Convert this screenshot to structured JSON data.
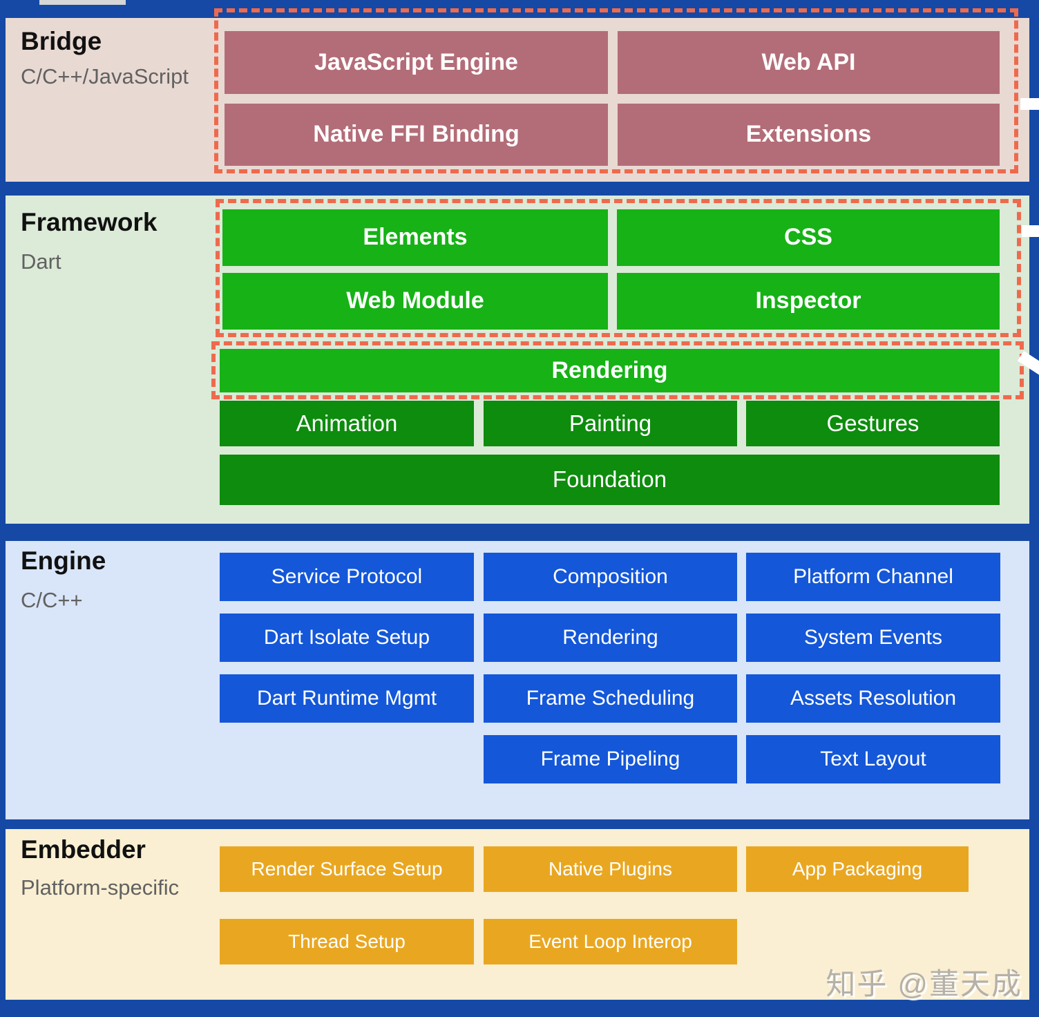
{
  "palette": {
    "outer_background": "#1549a5",
    "dashed_outline": "#ee6a4d",
    "connector_line": "#ffffff",
    "bridge_panel": "#e9d9d3",
    "bridge_box": "#b36d78",
    "framework_panel": "#dcead8",
    "framework_box_bright": "#16b216",
    "framework_box_dark": "#0d8c0d",
    "engine_panel": "#d9e5f8",
    "engine_box": "#1457d8",
    "embedder_panel": "#faefd2",
    "embedder_box": "#e9a721",
    "title_text": "#111111",
    "subtitle_text": "#616161",
    "box_text": "#ffffff"
  },
  "sections": {
    "bridge": {
      "title": "Bridge",
      "subtitle": "C/C++/JavaScript",
      "boxes": {
        "js_engine": "JavaScript Engine",
        "web_api": "Web API",
        "native_ffi": "Native FFI Binding",
        "extensions": "Extensions"
      }
    },
    "framework": {
      "title": "Framework",
      "subtitle": "Dart",
      "boxes": {
        "elements": "Elements",
        "css": "CSS",
        "web_module": "Web Module",
        "inspector": "Inspector",
        "rendering": "Rendering",
        "animation": "Animation",
        "painting": "Painting",
        "gestures": "Gestures",
        "foundation": "Foundation"
      }
    },
    "engine": {
      "title": "Engine",
      "subtitle": "C/C++",
      "boxes": {
        "service_protocol": "Service Protocol",
        "composition": "Composition",
        "platform_channel": "Platform Channel",
        "dart_isolate": "Dart Isolate Setup",
        "rendering": "Rendering",
        "system_events": "System Events",
        "dart_runtime": "Dart Runtime Mgmt",
        "frame_scheduling": "Frame Scheduling",
        "assets_resolution": "Assets Resolution",
        "frame_pipeling": "Frame Pipeling",
        "text_layout": "Text Layout"
      }
    },
    "embedder": {
      "title": "Embedder",
      "subtitle": "Platform-specific",
      "boxes": {
        "render_surface": "Render Surface Setup",
        "native_plugins": "Native Plugins",
        "app_packaging": "App Packaging",
        "thread_setup": "Thread Setup",
        "event_loop": "Event Loop Interop"
      }
    }
  },
  "watermark": "知乎 @董天成"
}
